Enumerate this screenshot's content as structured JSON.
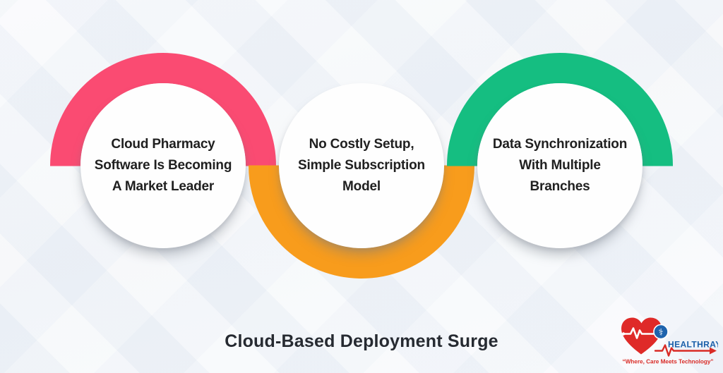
{
  "page": {
    "title": "Cloud-Based Deployment Surge"
  },
  "cards": [
    {
      "arc_position": "top",
      "arc_color": "#FA4B72",
      "lines": [
        "Cloud Pharmacy",
        "Software Is Becoming",
        "A Market Leader"
      ]
    },
    {
      "arc_position": "bottom",
      "arc_color": "#F89C1C",
      "lines": [
        "No Costly Setup,",
        "Simple Subscription",
        "Model"
      ]
    },
    {
      "arc_position": "top",
      "arc_color": "#15BE81",
      "lines": [
        "Data Synchronization",
        "With Multiple",
        "Branches"
      ]
    }
  ],
  "logo": {
    "brand": "HEALTHRAY",
    "tagline": "“Where, Care Meets Technology”",
    "brand_color": "#1A5FA9",
    "accent_color": "#D92B26",
    "heart_color": "#DF2A28",
    "caduceus_color": "#1E63AD",
    "caduceus_symbol": "⚕"
  },
  "colors": {
    "background": "#F3F5F9",
    "card_text": "#202020",
    "title_text": "#262A31",
    "disc": "#FEFEFE"
  }
}
